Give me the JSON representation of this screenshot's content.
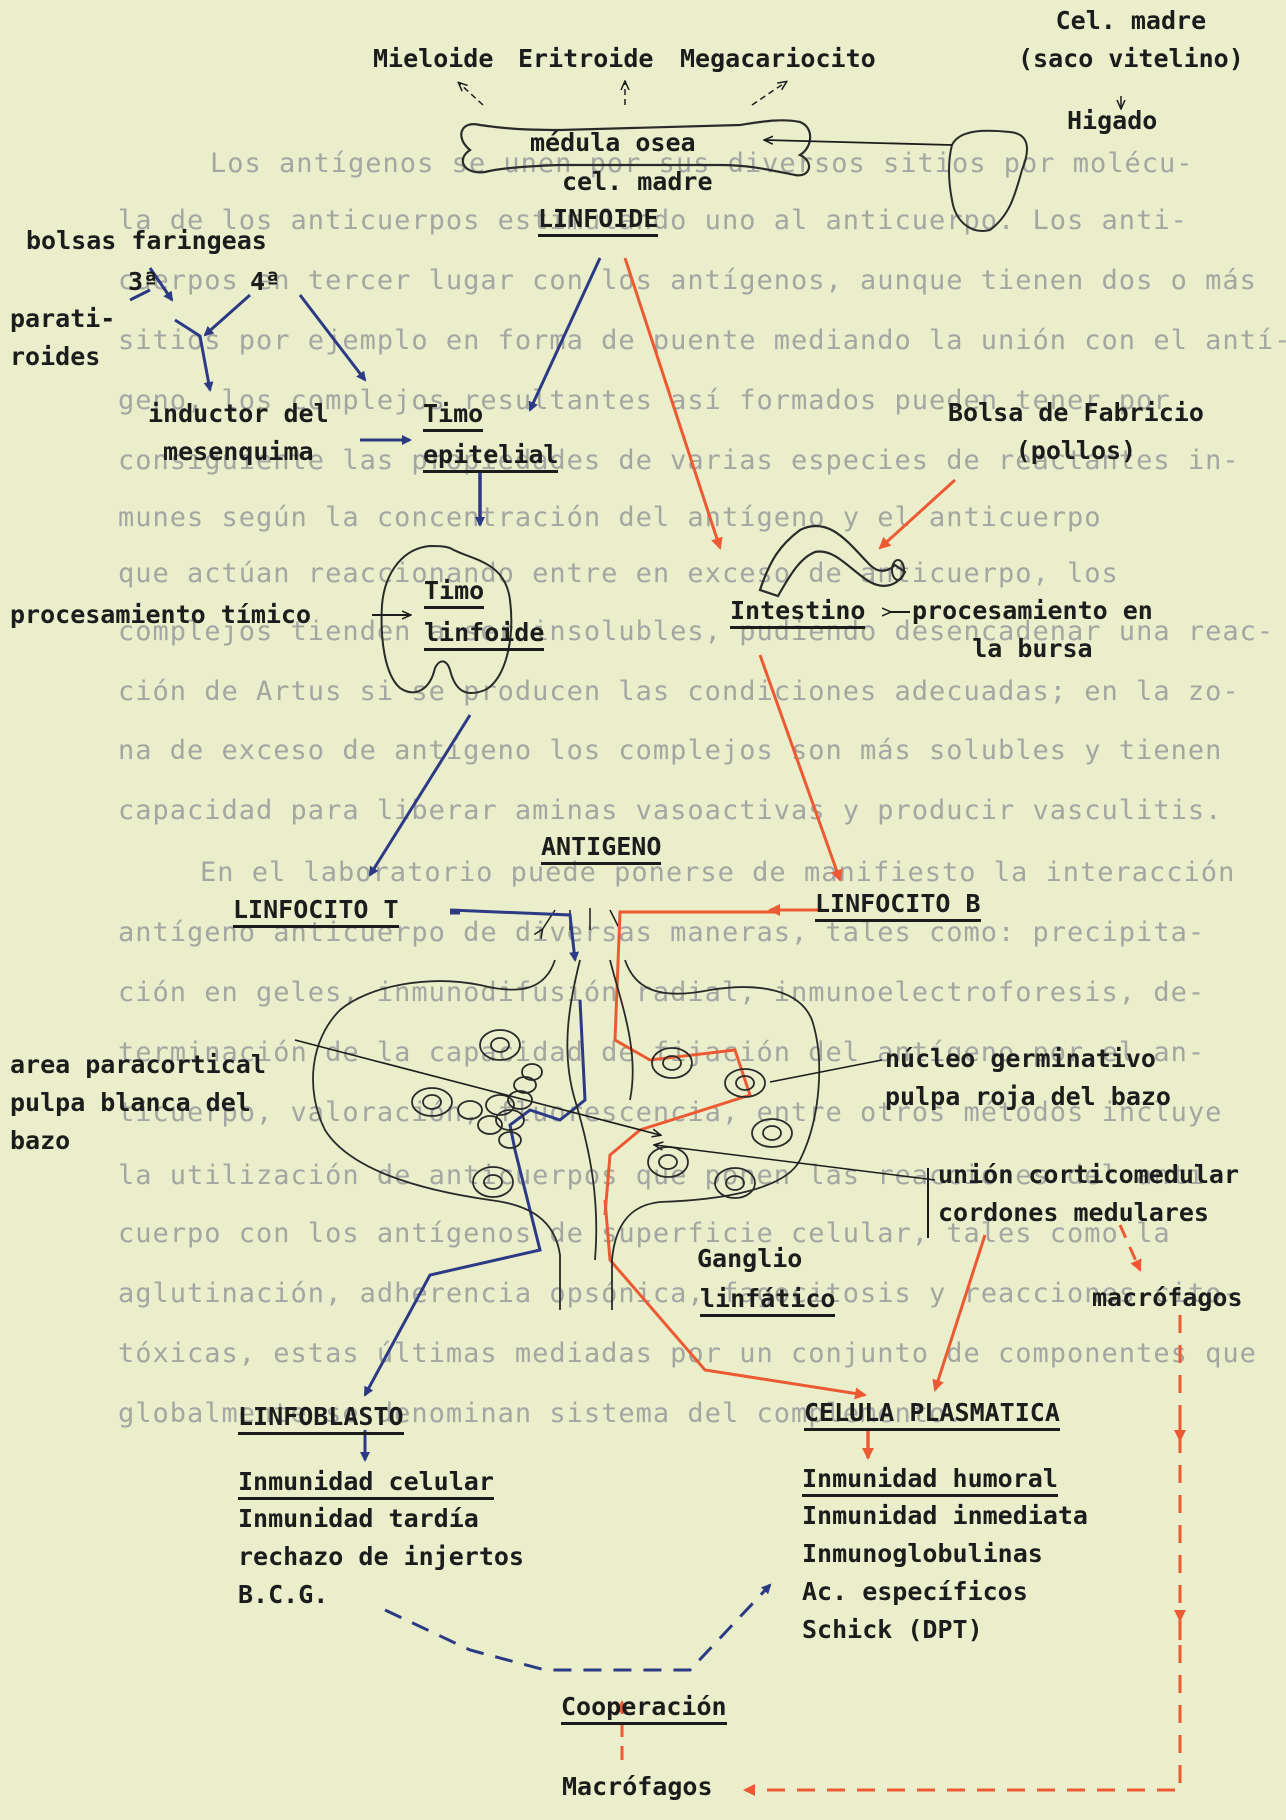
{
  "background_text": {
    "lines": [
      "Los antígenos se unen por sus diversos sitios por molécu-",
      "la de los anticuerpos estimulando uno al anticuerpo. Los anti-",
      "cuerpos en tercer lugar con los antígenos, aunque tienen dos o más",
      "sitios por ejemplo en forma de puente mediando la unión con el antí-",
      "geno, los complejos resultantes así formados pueden tener por",
      "consiguiente las propiedades de varias especies de reactantes in-",
      "munes según la concentración del antígeno y el anticuerpo",
      "que actúan reaccionando entre en exceso de anticuerpo, los",
      "complejos tienden a ser insolubles, pudiendo desencadenar una reac-",
      "ción de Artus si se producen las condiciones adecuadas; en la zo-",
      "na de exceso de antígeno los complejos son más solubles y tienen",
      "capacidad para liberar aminas vasoactivas y producir vasculitis.",
      "En el laboratorio puede ponerse de manifiesto la interacción",
      "antígeno anticuerpo de diversas maneras, tales como: precipita-",
      "ción en geles, inmunodifusión radial, inmunoelectroforesis, de-",
      "terminación de la capacidad de fijación del antígeno por el an-",
      "ticuerpo, valoración, fluorescencia, entre otros métodos incluye",
      "la utilización de anticuerpos que ponen las reacciones del anti-",
      "cuerpo con los antígenos de superficie celular, tales como la",
      "aglutinación, adherencia opsónica, fagocitosis y reacciones cito-",
      "tóxicas, estas últimas mediadas por un conjunto de componentes que",
      "globalmente se denominan sistema del complemento."
    ]
  },
  "labels": {
    "mieloide": "Mieloide",
    "eritroide": "Eritroide",
    "megacariocito": "Megacariocito",
    "cel_madre_saco": [
      "Cel. madre",
      "(saco vitelino)"
    ],
    "higado": "Higado",
    "medula_osea": "médula osea",
    "cel_madre": "cel. madre",
    "linfoide": "LINFOIDE",
    "bolsas_faringeas": "bolsas faringeas",
    "tercera": "3ª",
    "cuarta": "4ª",
    "paratiroides": [
      "parati-",
      "roides"
    ],
    "inductor_mesenquima": [
      "inductor del",
      "mesenquima"
    ],
    "timo_epitelial": [
      "Timo",
      "epitelial"
    ],
    "bolsa_fabricio": [
      "Bolsa de Fabricio",
      "(pollos)"
    ],
    "procesamiento_timico": "procesamiento tímico",
    "timo_linfoide": [
      "Timo",
      "linfoide"
    ],
    "intestino": "Intestino",
    "procesamiento_bursa": [
      "procesamiento en",
      "la bursa"
    ],
    "antigeno": "ANTIGENO",
    "linfocito_t": "LINFOCITO T",
    "linfocito_b": "LINFOCITO B",
    "area_paracortical": [
      "area paracortical",
      "pulpa blanca del",
      "bazo"
    ],
    "nucleo_germinativo": [
      "núcleo germinativo",
      "pulpa roja del bazo"
    ],
    "union_corticomedular": [
      "unión corticomedular",
      "cordones medulares"
    ],
    "ganglio_linfatico": [
      "Ganglio",
      "linfático"
    ],
    "macrofagos_right": "macrófagos",
    "linfoblasto": "LINFOBLASTO",
    "celula_plasmatica": "CELULA PLASMATICA",
    "inmunidad_celular": "Inmunidad celular",
    "celular_items": [
      "Inmunidad tardía",
      "rechazo de injertos",
      "B.C.G."
    ],
    "inmunidad_humoral": "Inmunidad humoral",
    "humoral_items": [
      "Inmunidad inmediata",
      "Inmunoglobulinas",
      "Ac. específicos",
      "Schick (DPT)"
    ],
    "cooperacion": "Cooperación",
    "macrofagos_bottom": "Macrófagos"
  },
  "colors": {
    "paper": "#ebeecb",
    "ink": "#1c1c1c",
    "blue_pen": "#2c3a86",
    "red_pen": "#ec5a33",
    "faded_type": "#a4a6a2"
  }
}
